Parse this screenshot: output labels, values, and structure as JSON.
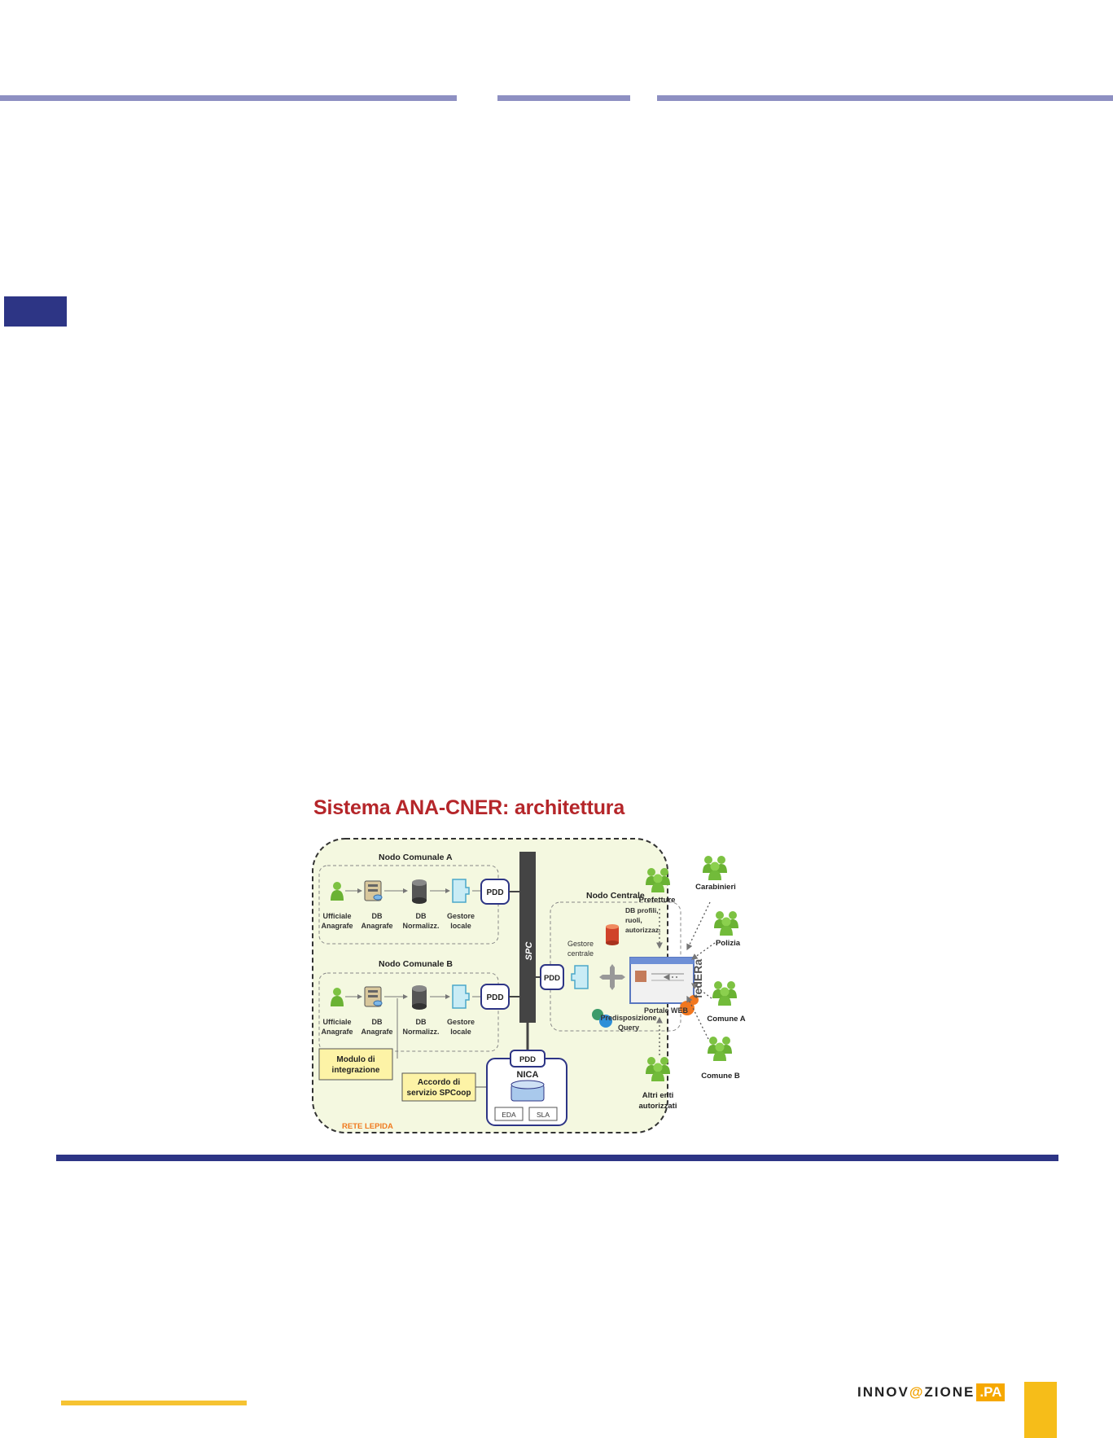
{
  "header": {
    "rule_color": "#8e90c2"
  },
  "section_marker": {
    "color": "#2d3585"
  },
  "figure": {
    "title": "Sistema ANA-CNER: architettura",
    "network_label": "RETE LEPIDA",
    "spc_label": "SPC",
    "nodo_a": {
      "title": "Nodo Comunale A",
      "items": [
        {
          "line1": "Ufficiale",
          "line2": "Anagrafe",
          "icon": "person-icon"
        },
        {
          "line1": "DB",
          "line2": "Anagrafe",
          "icon": "server-icon"
        },
        {
          "line1": "DB",
          "line2": "Normalizz.",
          "icon": "database-icon"
        },
        {
          "line1": "Gestore",
          "line2": "locale",
          "icon": "gestore-icon"
        }
      ],
      "pdd": "PDD"
    },
    "nodo_b": {
      "title": "Nodo Comunale B",
      "items": [
        {
          "line1": "Ufficiale",
          "line2": "Anagrafe",
          "icon": "person-icon"
        },
        {
          "line1": "DB",
          "line2": "Anagrafe",
          "icon": "server-icon"
        },
        {
          "line1": "DB",
          "line2": "Normalizz.",
          "icon": "database-icon"
        },
        {
          "line1": "Gestore",
          "line2": "locale",
          "icon": "gestore-icon"
        }
      ],
      "pdd": "PDD"
    },
    "modulo": {
      "line1": "Modulo di",
      "line2": "integrazione"
    },
    "accordo": {
      "line1": "Accordo di",
      "line2": "servizio SPCoop"
    },
    "nica": {
      "title": "NICA",
      "pdd": "PDD",
      "eda": "EDA",
      "sla": "SLA"
    },
    "nodo_centrale": {
      "title": "Nodo Centrale",
      "pdd": "PDD",
      "gestore_line1": "Gestore",
      "gestore_line2": "centrale",
      "db_line1": "DB profili,",
      "db_line2": "ruoli,",
      "db_line3": "autorizzaz.",
      "portale": "Portale WEB",
      "query_line1": "Predisposizione",
      "query_line2": "Query"
    },
    "federa_logo": "fedERa",
    "external": {
      "prefetture": "Prefetture",
      "carabinieri": "Carabinieri",
      "polizia": "Polizia",
      "comune_a": "Comune A",
      "comune_b": "Comune B",
      "altri_line1": "Altri enti",
      "altri_line2": "autorizzati"
    }
  },
  "footer": {
    "logo_prefix": "INNOV",
    "logo_at": "@",
    "logo_middle": "ZIONE",
    "logo_pa": ".PA",
    "accent_color": "#f6bd19",
    "rule_color": "#2d3585"
  }
}
